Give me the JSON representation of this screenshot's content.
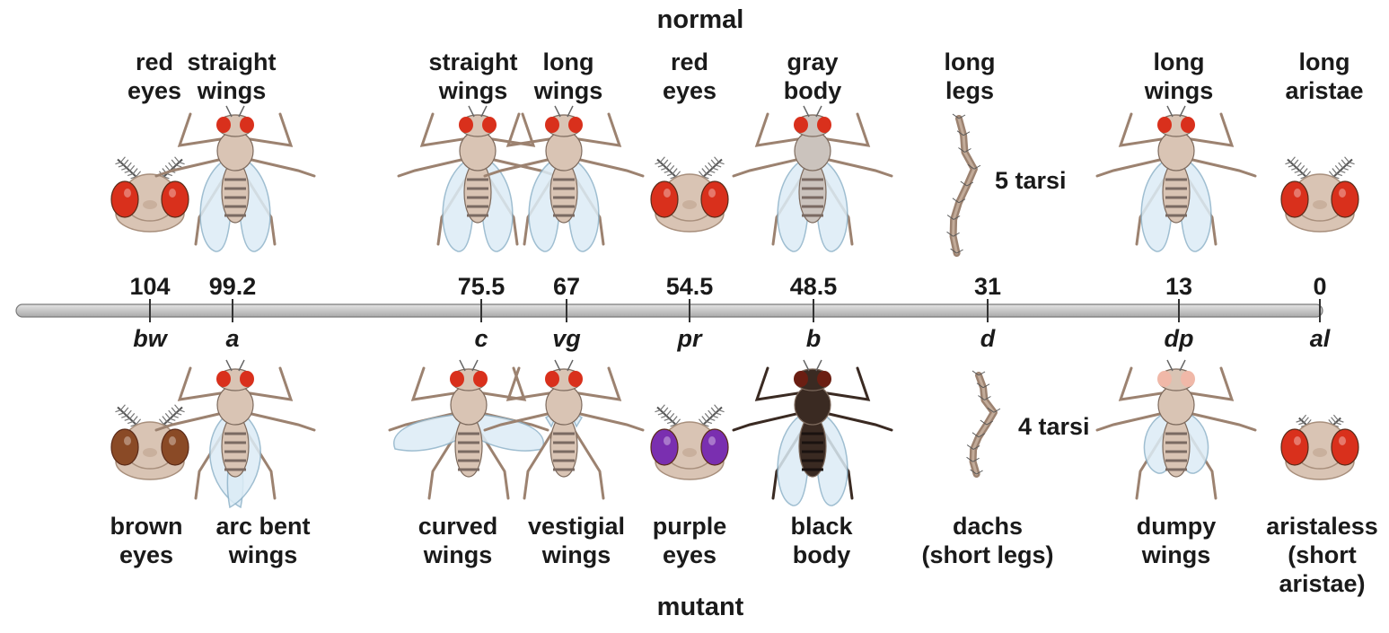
{
  "headers": {
    "normal": "normal",
    "mutant": "mutant"
  },
  "loci": [
    {
      "key": "bw",
      "symbol": "bw",
      "position": "104",
      "normal": "red\neyes",
      "mutant": "brown\neyes"
    },
    {
      "key": "a",
      "symbol": "a",
      "position": "99.2",
      "normal": "straight\nwings",
      "mutant": "arc bent\nwings"
    },
    {
      "key": "c",
      "symbol": "c",
      "position": "75.5",
      "normal": "straight\nwings",
      "mutant": "curved\nwings"
    },
    {
      "key": "vg",
      "symbol": "vg",
      "position": "67",
      "normal": "long\nwings",
      "mutant": "vestigial\nwings"
    },
    {
      "key": "pr",
      "symbol": "pr",
      "position": "54.5",
      "normal": "red\neyes",
      "mutant": "purple\neyes"
    },
    {
      "key": "b",
      "symbol": "b",
      "position": "48.5",
      "normal": "gray\nbody",
      "mutant": "black\nbody"
    },
    {
      "key": "d",
      "symbol": "d",
      "position": "31",
      "normal": "long\nlegs",
      "mutant": "dachs\n(short legs)"
    },
    {
      "key": "dp",
      "symbol": "dp",
      "position": "13",
      "normal": "long\nwings",
      "mutant": "dumpy\nwings"
    },
    {
      "key": "al",
      "symbol": "al",
      "position": "0",
      "normal": "long\naristae",
      "mutant": "aristaless\n(short\naristae)"
    }
  ],
  "tarsi": {
    "normal": "5 tarsi",
    "mutant": "4 tarsi"
  },
  "colors": {
    "chromosome": "#c8c8c8",
    "body": "#d9c4b4",
    "red_eye": "#d9301c",
    "brown_eye": "#8a4a26",
    "purple_eye": "#7a2fb0",
    "black_body": "#3a2a22",
    "wing": "#dcecf6",
    "leg": "#9c8270"
  }
}
